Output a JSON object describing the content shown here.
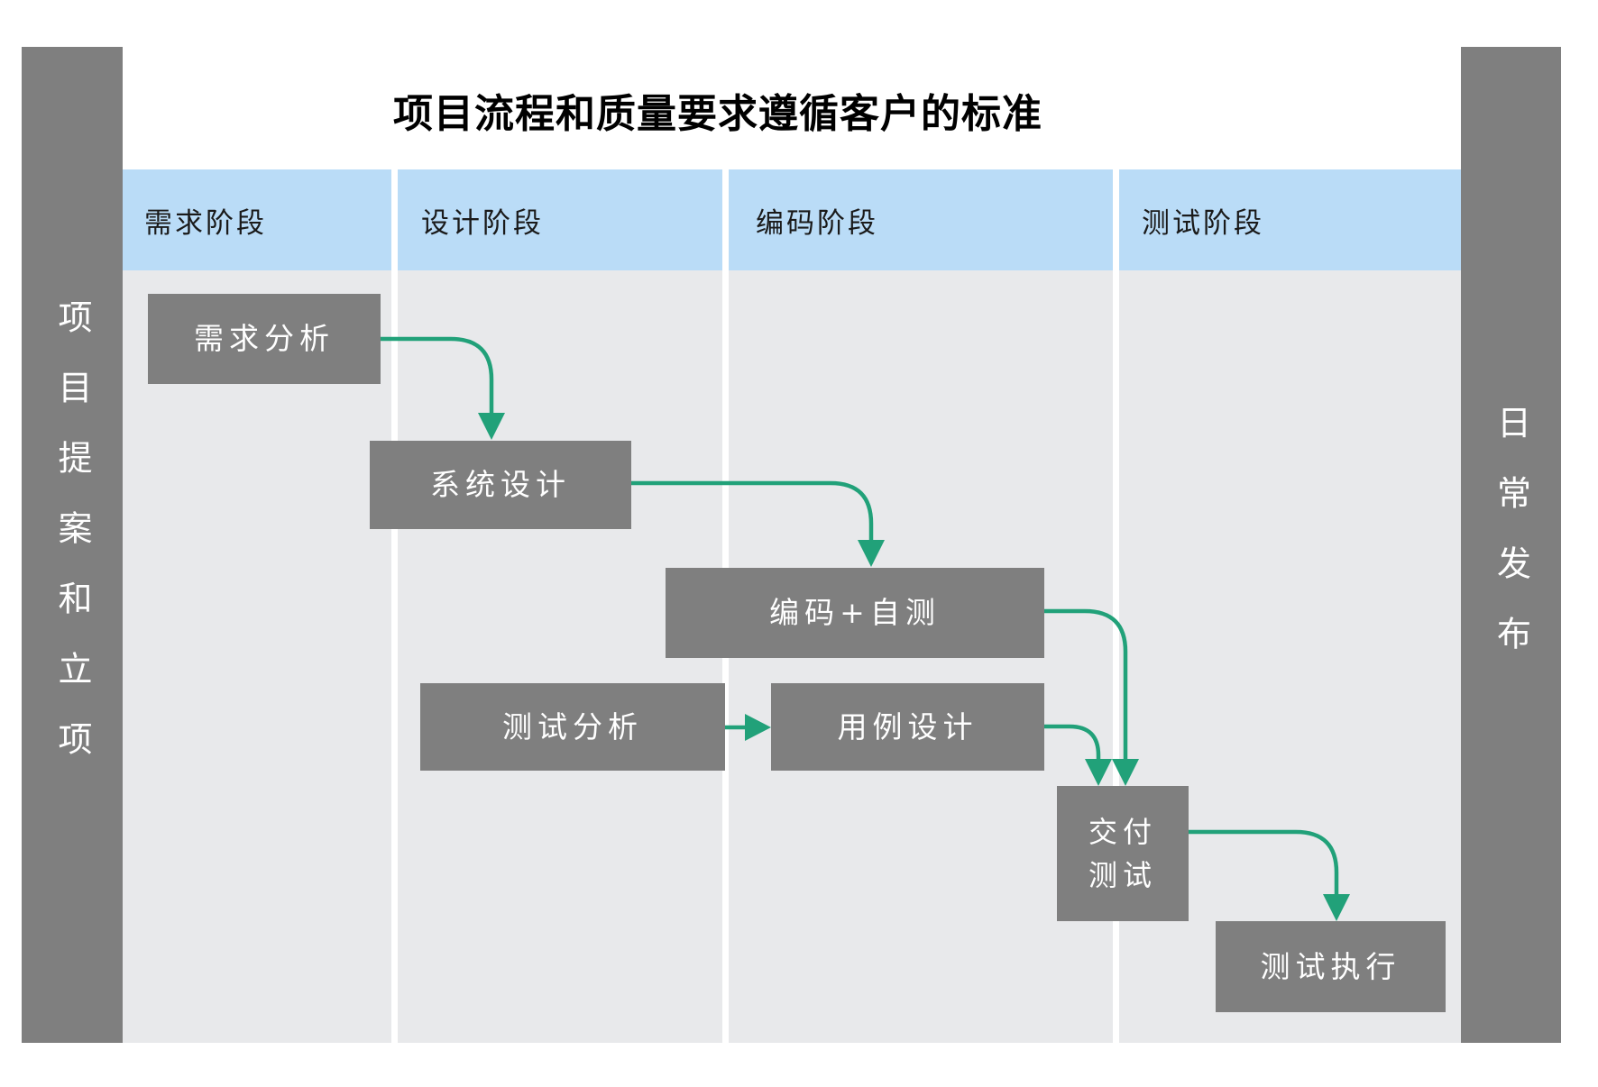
{
  "title": "项目流程和质量要求遵循客户的标准",
  "left_bar": {
    "label": "项目提案和立项"
  },
  "right_bar": {
    "label": "日常发布"
  },
  "phases": [
    {
      "label": "需求阶段"
    },
    {
      "label": "设计阶段"
    },
    {
      "label": "编码阶段"
    },
    {
      "label": "测试阶段"
    }
  ],
  "nodes": {
    "req_analysis": {
      "label": "需求分析"
    },
    "sys_design": {
      "label": "系统设计"
    },
    "coding_selftest": {
      "label": "编码+自测"
    },
    "test_analysis": {
      "label": "测试分析"
    },
    "case_design": {
      "label": "用例设计"
    },
    "delivery_test": {
      "label": "交付测试",
      "line1": "交付",
      "line2": "测试"
    },
    "test_execution": {
      "label": "测试执行"
    }
  },
  "edges": [
    {
      "from": "需求分析",
      "to": "系统设计"
    },
    {
      "from": "系统设计",
      "to": "编码+自测"
    },
    {
      "from": "编码+自测",
      "to": "交付测试"
    },
    {
      "from": "测试分析",
      "to": "用例设计"
    },
    {
      "from": "用例设计",
      "to": "交付测试"
    },
    {
      "from": "交付测试",
      "to": "测试执行"
    }
  ],
  "colors": {
    "bar_gray": "#7f7f7f",
    "box_gray": "#7f7f7f",
    "header_blue": "#badcf7",
    "body_gray": "#e8e9eb",
    "arrow_green": "#21a179",
    "title_black": "#000000",
    "box_text": "#ffffff",
    "header_text": "#1a1a1a"
  }
}
